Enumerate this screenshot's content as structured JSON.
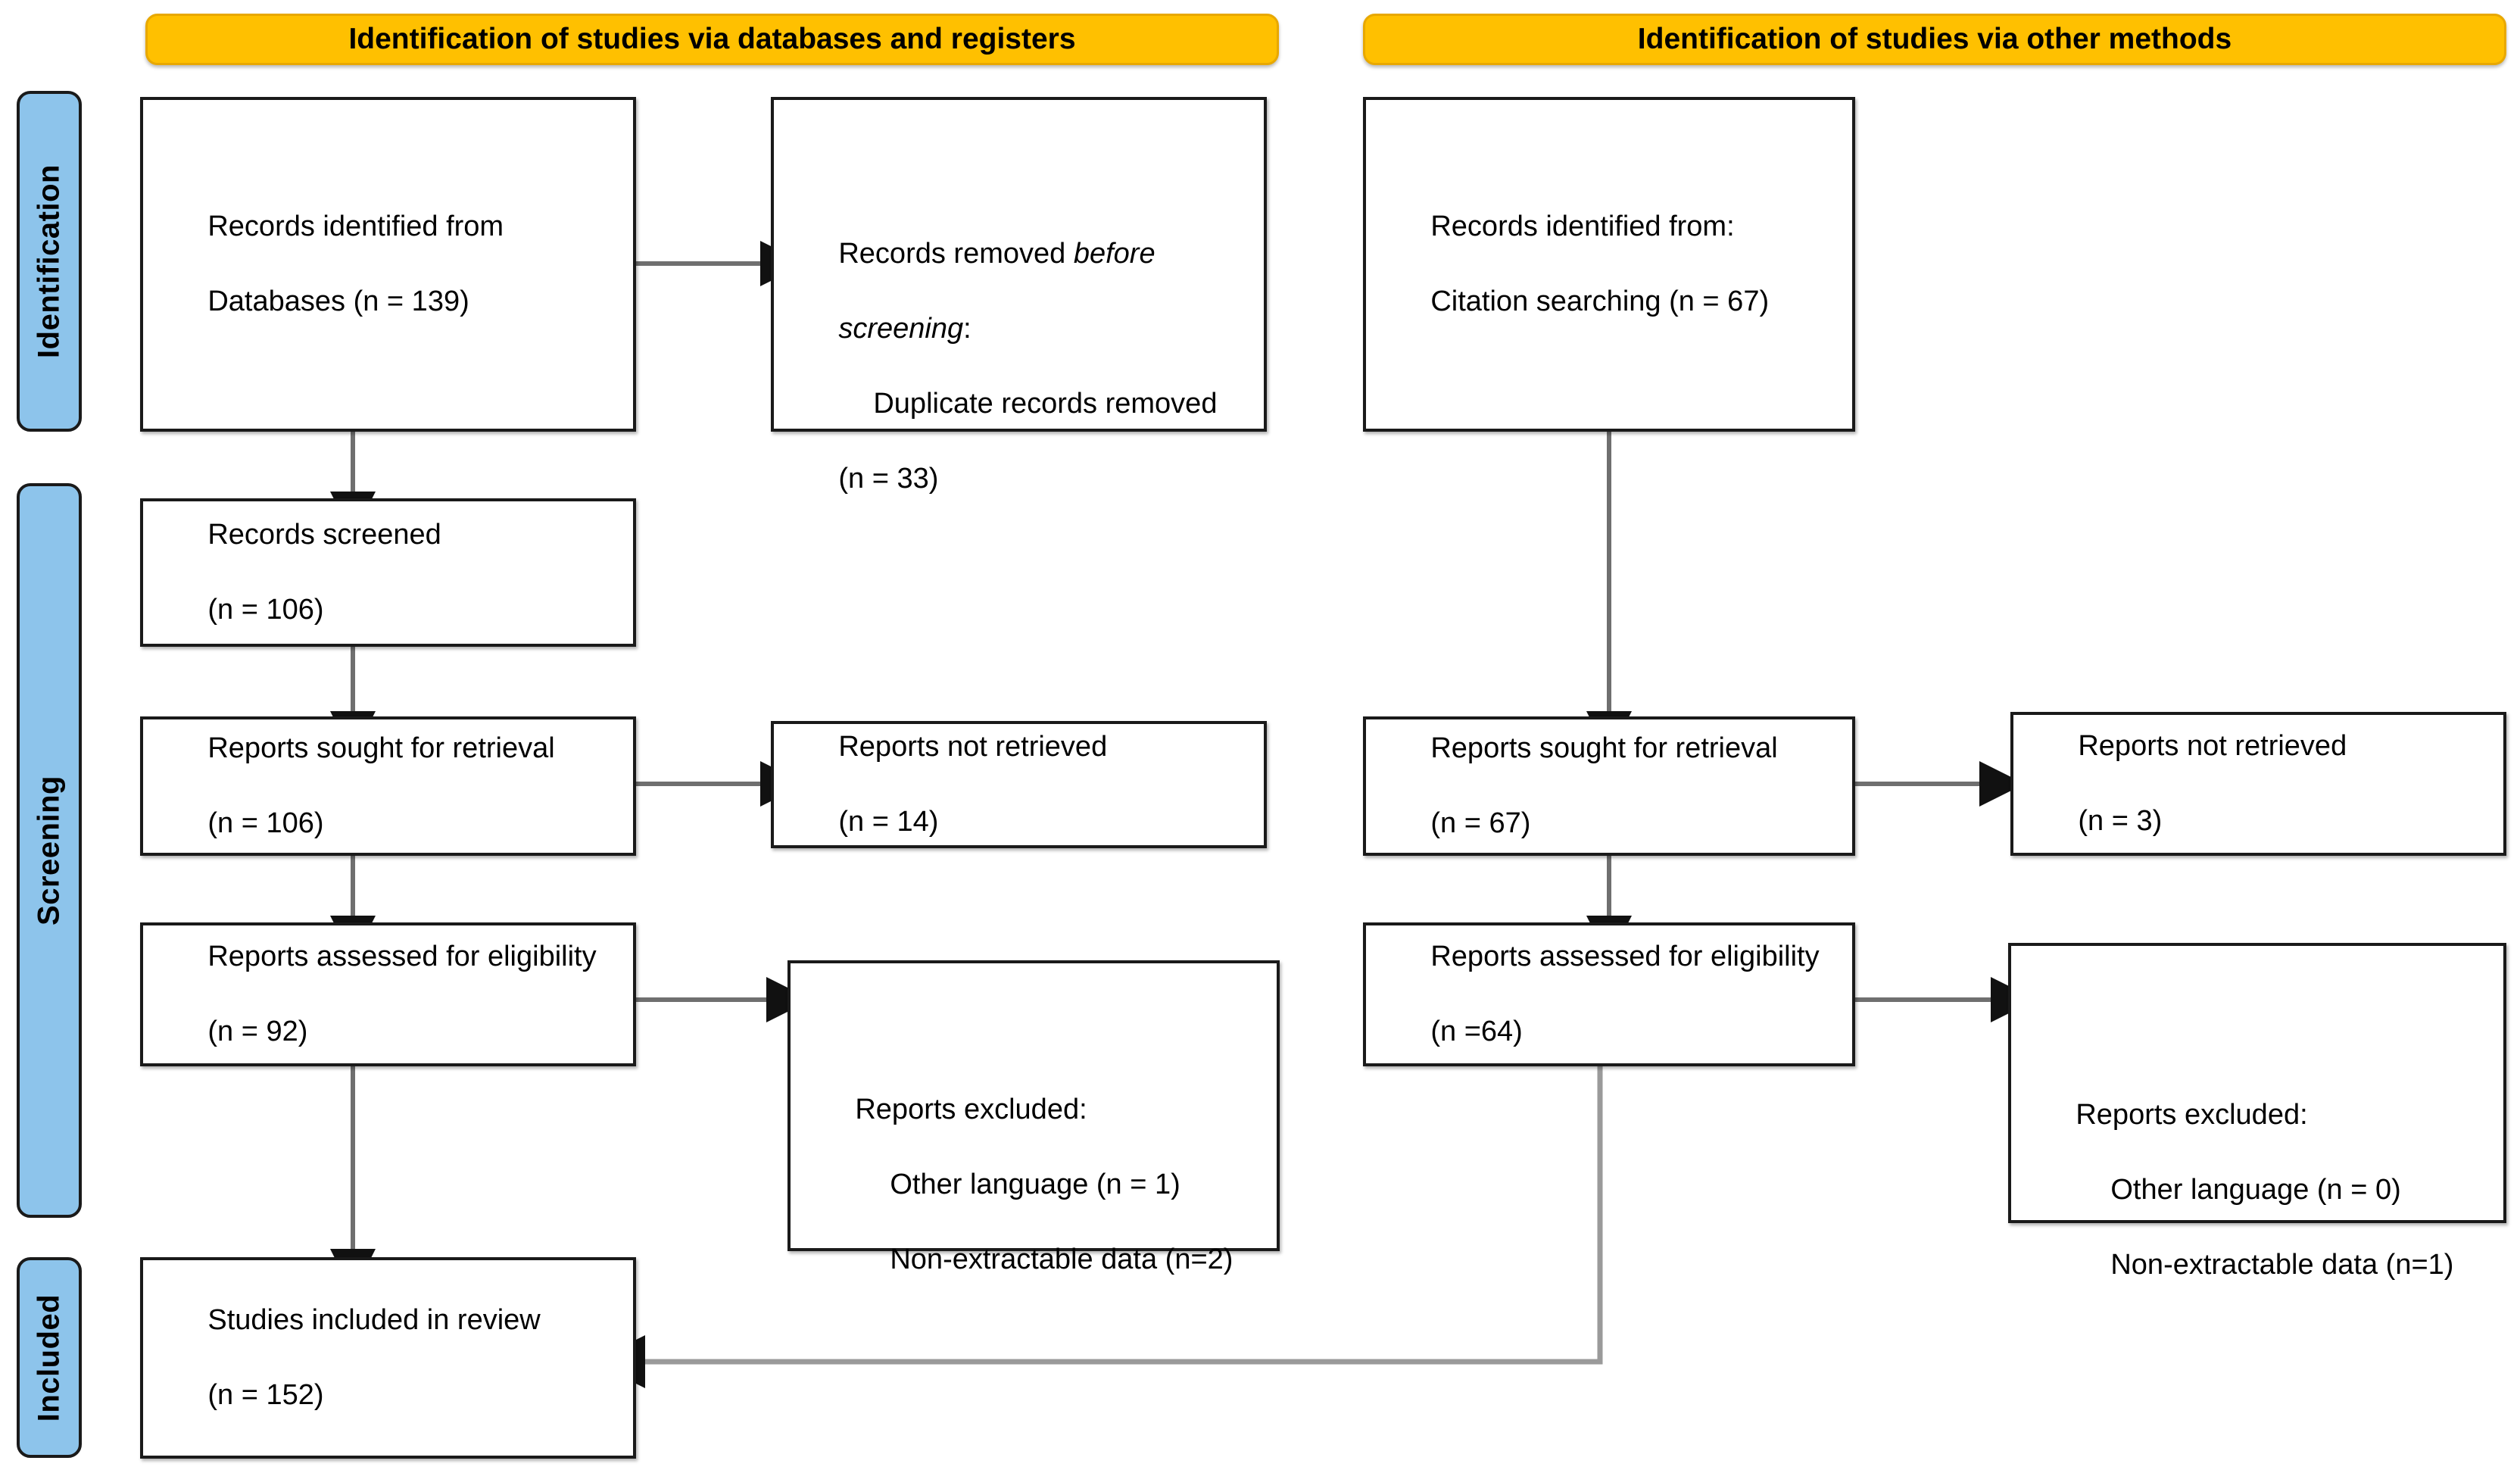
{
  "figure": {
    "type": "prisma-flow-diagram",
    "title": "PRISMA 2020 flow diagram for new systematic reviews which included searches of databases, registers and other sources",
    "background_color": "#ffffff",
    "header_color": "#FFC000",
    "phase_tab_color": "#8DC4EB",
    "box_border_color": "#1a1a1a",
    "connector_color": "#808080"
  },
  "phase_tabs": [
    {
      "id": "identification",
      "label": "Identification"
    },
    {
      "id": "screening",
      "label": "Screening"
    },
    {
      "id": "included",
      "label": "Included"
    }
  ],
  "columns": [
    {
      "id": "databases",
      "header": "Identification of studies via databases and registers"
    },
    {
      "id": "other",
      "header": "Identification of studies via other methods"
    }
  ],
  "nodes": {
    "records_identified_db": {
      "line1": "Records identified from",
      "line2": "Databases (n = 139)",
      "n": 139
    },
    "records_removed": {
      "line1_a": "Records removed ",
      "line1_b": "before",
      "line2_a": "screening",
      "line2_b": ":",
      "line3": "Duplicate records removed",
      "line4": "(n = 33)",
      "n": 33
    },
    "records_screened": {
      "line1": "Records screened",
      "line2": "(n = 106)",
      "n": 106
    },
    "reports_sought_db": {
      "line1": "Reports sought for retrieval",
      "line2": "(n = 106)",
      "n": 106
    },
    "reports_not_retrieved_db": {
      "line1": "Reports not retrieved",
      "line2": "(n = 14)",
      "n": 14
    },
    "reports_assessed_db": {
      "line1": "Reports assessed for eligibility",
      "line2": "(n = 92)",
      "n": 92
    },
    "reports_excluded_db": {
      "line1": "Reports excluded:",
      "line2": "Other language (n = 1)",
      "line3": "Non-extractable data (n=2)",
      "other_language_n": 1,
      "non_extractable_n": 2
    },
    "records_identified_other": {
      "line1": "Records identified from:",
      "line2": "Citation searching (n = 67)",
      "n": 67
    },
    "reports_sought_other": {
      "line1": "Reports sought for retrieval",
      "line2": "(n = 67)",
      "n": 67
    },
    "reports_not_retrieved_other": {
      "line1": "Reports not retrieved",
      "line2": "(n = 3)",
      "n": 3
    },
    "reports_assessed_other": {
      "line1": "Reports assessed for eligibility",
      "line2": "(n =64)",
      "n": 64
    },
    "reports_excluded_other": {
      "line1": "Reports excluded:",
      "line2": "Other language (n = 0)",
      "line3": "Non-extractable data (n=1)",
      "other_language_n": 0,
      "non_extractable_n": 1
    },
    "studies_included": {
      "line1": "Studies included in review",
      "line2": "(n = 152)",
      "n": 152
    }
  },
  "flow_edges": [
    {
      "from": "records_identified_db",
      "to": "records_removed",
      "direction": "right"
    },
    {
      "from": "records_identified_db",
      "to": "records_screened",
      "direction": "down"
    },
    {
      "from": "records_screened",
      "to": "reports_sought_db",
      "direction": "down"
    },
    {
      "from": "reports_sought_db",
      "to": "reports_not_retrieved_db",
      "direction": "right"
    },
    {
      "from": "reports_sought_db",
      "to": "reports_assessed_db",
      "direction": "down"
    },
    {
      "from": "reports_assessed_db",
      "to": "reports_excluded_db",
      "direction": "right"
    },
    {
      "from": "reports_assessed_db",
      "to": "studies_included",
      "direction": "down"
    },
    {
      "from": "records_identified_other",
      "to": "reports_sought_other",
      "direction": "down"
    },
    {
      "from": "reports_sought_other",
      "to": "reports_not_retrieved_other",
      "direction": "right"
    },
    {
      "from": "reports_sought_other",
      "to": "reports_assessed_other",
      "direction": "down"
    },
    {
      "from": "reports_assessed_other",
      "to": "reports_excluded_other",
      "direction": "right"
    },
    {
      "from": "reports_assessed_other",
      "to": "studies_included",
      "direction": "down-left"
    }
  ]
}
